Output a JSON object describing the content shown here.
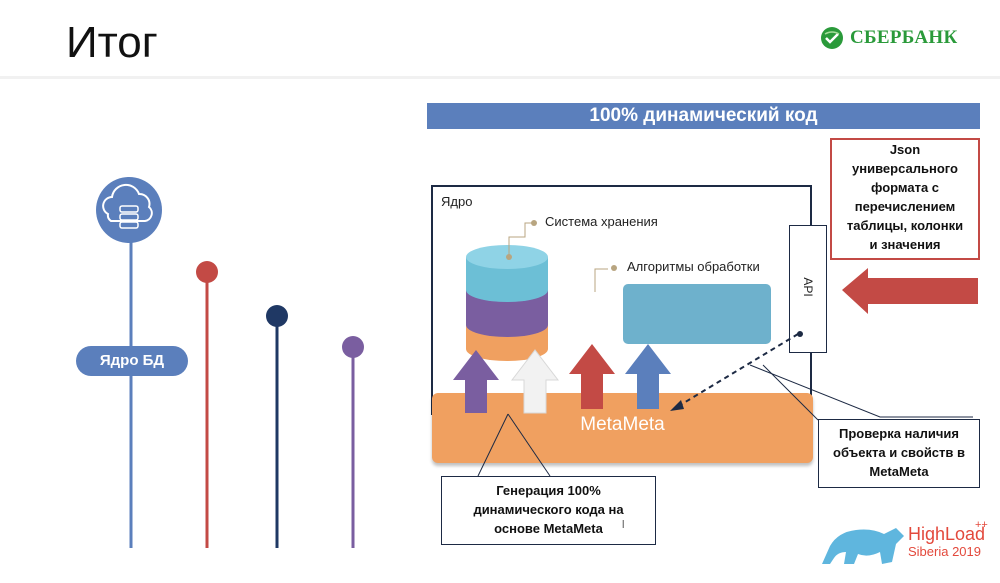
{
  "slide": {
    "title": "Итог",
    "logo_text": "СБЕРБАНК"
  },
  "diagram": {
    "banner": "100% динамический код",
    "core_label": "Ядро",
    "storage_label": "Система хранения",
    "algorithms_label": "Алгоритмы обработки",
    "api_label": "API",
    "meta_label": "MetaMeta",
    "json_note": "Json\nуниверсального\nформата с\nперечислением\nтаблицы, колонки\nи значения",
    "check_note": "Проверка наличия\nобъекта и свойств в\nMetaMeta",
    "generation_note": "Генерация 100%\nдинамического кода на\nоснове MetaMeta",
    "stray_mark": "l",
    "arrow_colors": [
      "#7a5ea0",
      "#f2f2f2",
      "#c34a45",
      "#5b7fbc"
    ],
    "db_layer_colors": [
      "#6cbfd6",
      "#7a5ea0",
      "#f0a060"
    ]
  },
  "timeline": {
    "pill_label": "Ядро БД",
    "icon": "cloud-database-icon",
    "colors": [
      "#5b7fbc",
      "#c34a45",
      "#1f3864",
      "#7a5ea0"
    ]
  },
  "watermark": {
    "brand": "HighLoad",
    "sub": "Siberia 2019",
    "plus": "++",
    "icon": "polar-bear-icon"
  }
}
